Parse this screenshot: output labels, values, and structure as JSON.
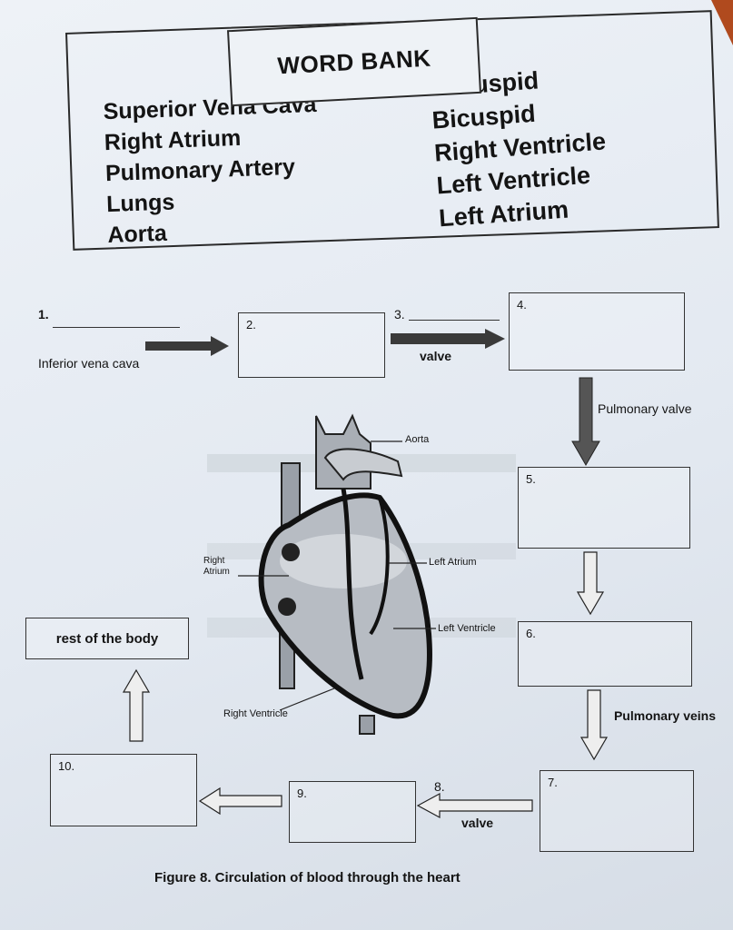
{
  "word_bank": {
    "title": "WORD BANK",
    "left_column": [
      "Superior Vena Cava",
      "Right Atrium",
      "Pulmonary Artery",
      "Lungs",
      "Aorta"
    ],
    "right_column": [
      "Tricuspid",
      "Bicuspid",
      "Right Ventricle",
      "Left Ventricle",
      "Left Atrium"
    ]
  },
  "flow": {
    "blank_1": "1.",
    "inferior_vena_cava": "Inferior vena cava",
    "box_2": "2.",
    "blank_3": "3.",
    "valve_1": "valve",
    "box_4": "4.",
    "pulmonary_valve": "Pulmonary valve",
    "box_5": "5.",
    "box_6": "6.",
    "pulmonary_veins": "Pulmonary veins",
    "box_7": "7.",
    "blank_8": "8.",
    "valve_2": "valve",
    "box_9": "9.",
    "box_10": "10.",
    "rest_of_body": "rest of the body"
  },
  "heart_labels": {
    "aorta": "Aorta",
    "right_atrium": "Right Atrium",
    "left_atrium": "Left Atrium",
    "left_ventricle": "Left Ventricle",
    "right_ventricle": "Right Ventricle"
  },
  "caption": "Figure 8. Circulation of blood through the heart"
}
